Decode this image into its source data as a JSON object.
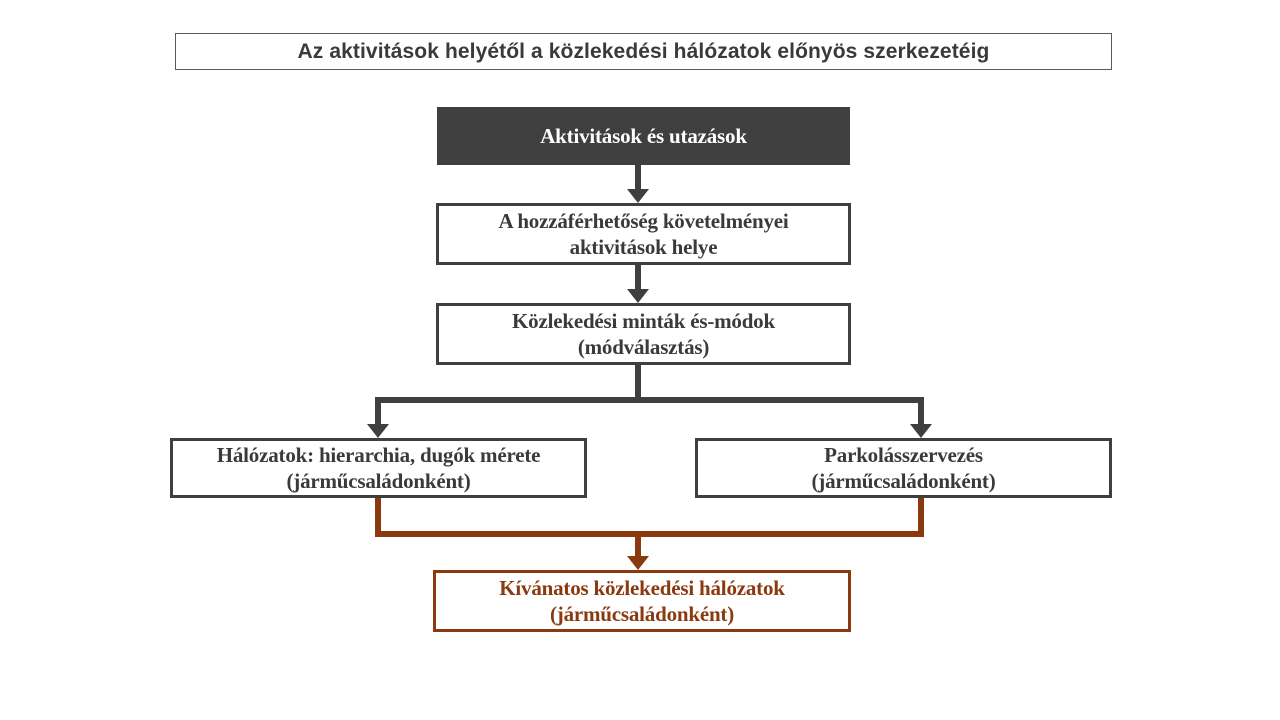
{
  "title": "Az aktivitások helyétől a közlekedési hálózatok előnyös szerkezetéig",
  "colors": {
    "dark": "#3F3F3F",
    "brown": "#8B3A10",
    "text_dark": "#3A3A3A",
    "title_border": "#595959",
    "bg": "#FFFFFF"
  },
  "nodes": {
    "activities": {
      "line1": "Aktivitások és utazások"
    },
    "accessibility": {
      "line1": "A hozzáférhetőség követelményei",
      "line2": "aktivitások helye"
    },
    "patterns": {
      "line1": "Közlekedési minták és-módok",
      "line2": "(módválasztás)"
    },
    "networks": {
      "line1": "Hálózatok: hierarchia, dugók mérete",
      "line2": "(járműcsaládonként)"
    },
    "parking": {
      "line1": "Parkolásszervezés",
      "line2": "(járműcsaládonként)"
    },
    "desired": {
      "line1": "Kívánatos közlekedési hálózatok",
      "line2": "(járműcsaládonként)"
    }
  }
}
